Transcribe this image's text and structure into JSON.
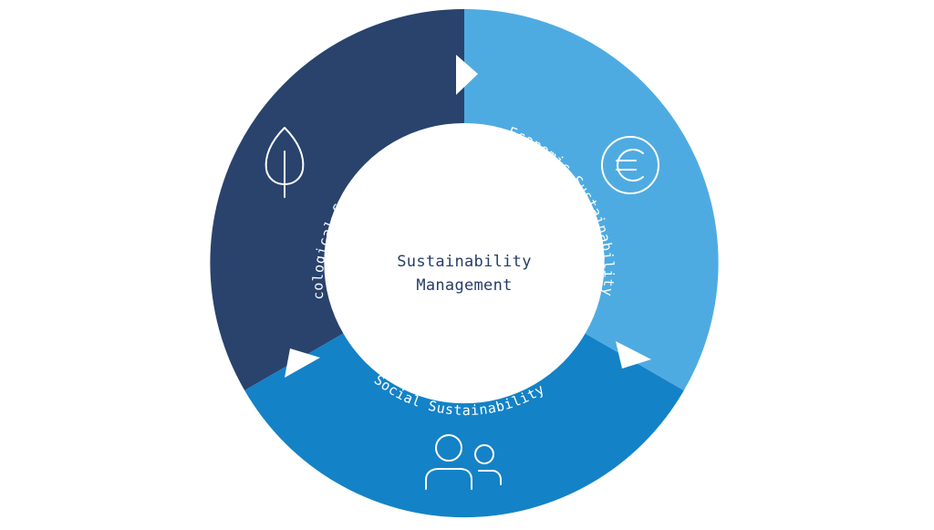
{
  "center": {
    "line1": "Sustainability",
    "line2": "Management"
  },
  "segments": [
    {
      "key": "ecological",
      "label": "Ecological Sustainability",
      "color": "#29436d",
      "icon": "leaf-icon"
    },
    {
      "key": "economic",
      "label": "Economic Sustainability",
      "color": "#4eabe1",
      "icon": "euro-icon"
    },
    {
      "key": "social",
      "label": "Social Sustainability",
      "color": "#1482c7",
      "icon": "people-icon"
    }
  ],
  "colors": {
    "arrow": "#ffffff",
    "center_fill": "#ffffff",
    "center_text": "#253d66"
  }
}
